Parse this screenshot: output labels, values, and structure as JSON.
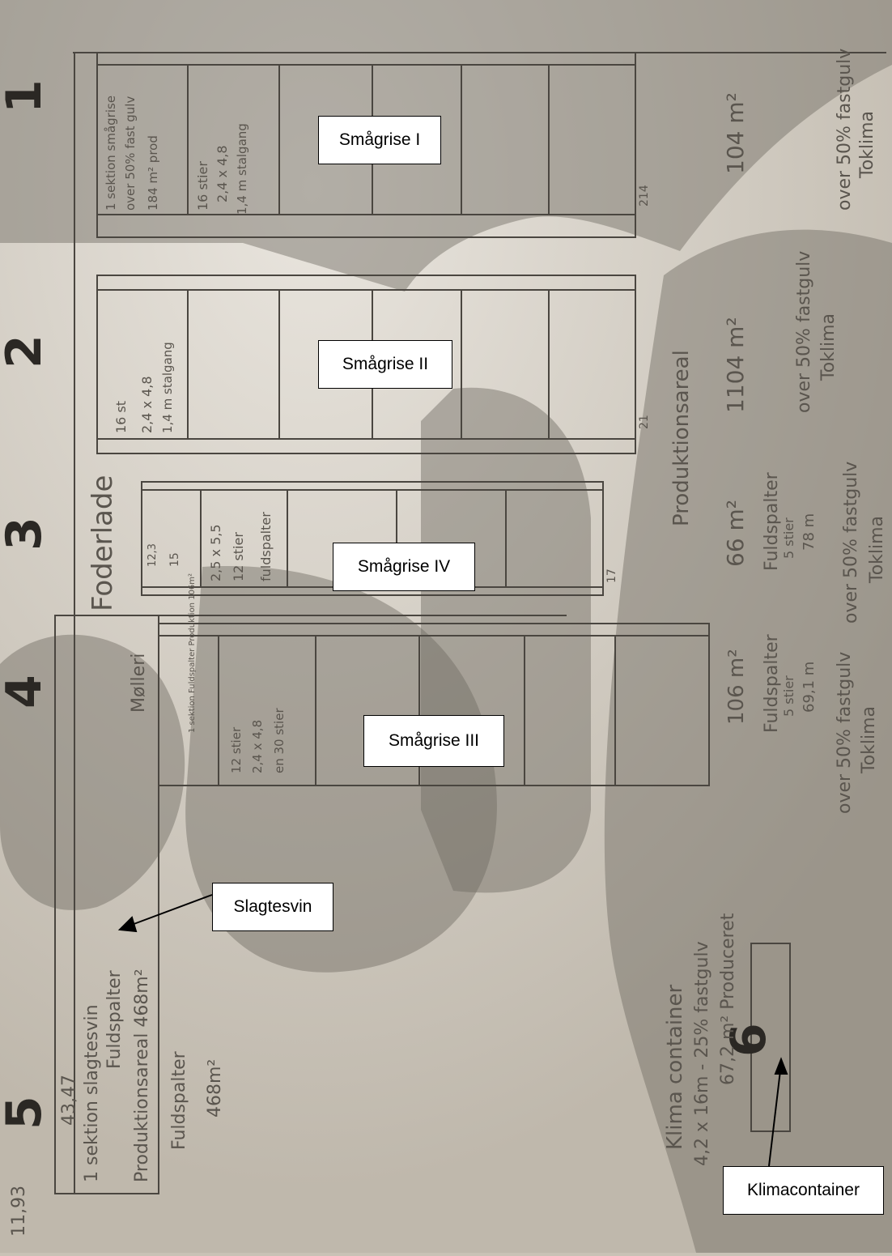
{
  "labels": {
    "smagrise_1": "Smågrise I",
    "smagrise_2": "Smågrise II",
    "smagrise_4": "Smågrise IV",
    "smagrise_3": "Smågrise III",
    "slagtesvin": "Slagtesvin",
    "klimacontainer": "Klimacontainer"
  },
  "building_numbers": [
    "1",
    "2",
    "3",
    "4",
    "5",
    "6"
  ],
  "sketch": {
    "corner_note": "11,93",
    "b5_number": "43,47",
    "b5_text_1": "1 sektion slagtesvin",
    "b5_text_2": "Fuldspalter",
    "b5_text_3": "Produktionsareal 468m²",
    "b5_text_4": "Fuldspalter",
    "b5_text_5": "468m²",
    "foderlade": "Foderlade",
    "molleri": "Mølleri",
    "b1_text_1": "1 sektion smågrise",
    "b1_text_2": "over 50% fast gulv",
    "b1_text_3": "184 m² prod",
    "b1_text_4": "16 stier",
    "b1_text_5": "2,4 x 4,8",
    "b1_text_6": "1,4 m stalgang",
    "b2_text_1": "16 st",
    "b2_text_2": "2,4 x 4,8",
    "b2_text_3": "1,4 m stalgang",
    "b3_text_1": "12,3",
    "b3_text_2": "15",
    "b3_text_3": "2,5 x 5,5",
    "b3_text_4": "12 stier",
    "b3_text_5": "fuldspalter",
    "b4_text_1": "1 sektion Fuldspalter Produktion 106m²",
    "b4_text_2": "12 stier",
    "b4_text_3": "2,4 x 4,8",
    "b4_text_4": "en 30 stier",
    "end_1": "214",
    "end_2": "21",
    "end_3": "17",
    "prod_areal": "Produktionsareal",
    "area_104": "104 m²",
    "area_1104": "1104 m²",
    "area_66": "66 m²",
    "area_106": "106 m²",
    "fs_1": "Fuldspalter",
    "fs_1b": "5 stier",
    "fs_1c": "78 m",
    "fs_2": "Fuldspalter",
    "fs_2b": "5 stier",
    "fs_2c": "69,1 m",
    "over50_1": "over 50% fastgulv",
    "over50_2": "over 50% fastgulv",
    "over50_3": "over 50% fastgulv",
    "over50_4": "over 50% fastgulv",
    "tokl_1": "Toklima",
    "tokl_2": "Toklima",
    "tokl_3": "Toklima",
    "tokl_4": "Toklima",
    "klima_1": "Klima container",
    "klima_2": "4,2 x 16m - 25% fastgulv",
    "klima_3": "67,2 m² Produceret"
  }
}
